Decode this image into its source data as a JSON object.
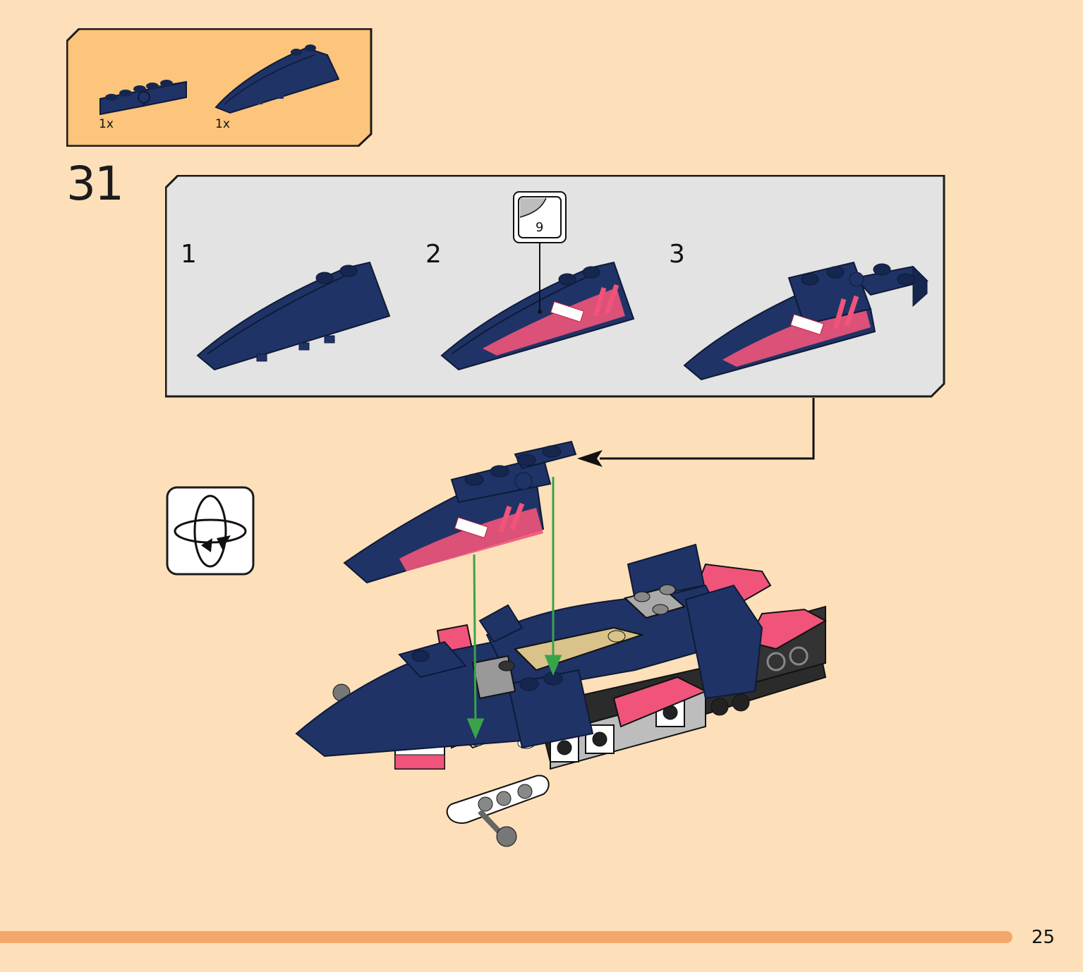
{
  "parts_needed": {
    "items": [
      {
        "quantity": "1x"
      },
      {
        "quantity": "1x"
      }
    ]
  },
  "step": {
    "number": "31",
    "sub_steps": [
      "1",
      "2",
      "3"
    ],
    "sticker": {
      "number": "9"
    }
  },
  "page": {
    "number": "25"
  },
  "colors": {
    "background": "#fde0b9",
    "parts_box": "#fdc47c",
    "sub_box": "#e3e3e3",
    "brick_blue": "#1f3366",
    "brick_pink": "#f0547a",
    "guide_green": "#3aa34a",
    "bottom_bar": "#f3a76a"
  },
  "icons": [
    "rotate-model-icon",
    "sticker-icon",
    "arrow-left-icon"
  ]
}
